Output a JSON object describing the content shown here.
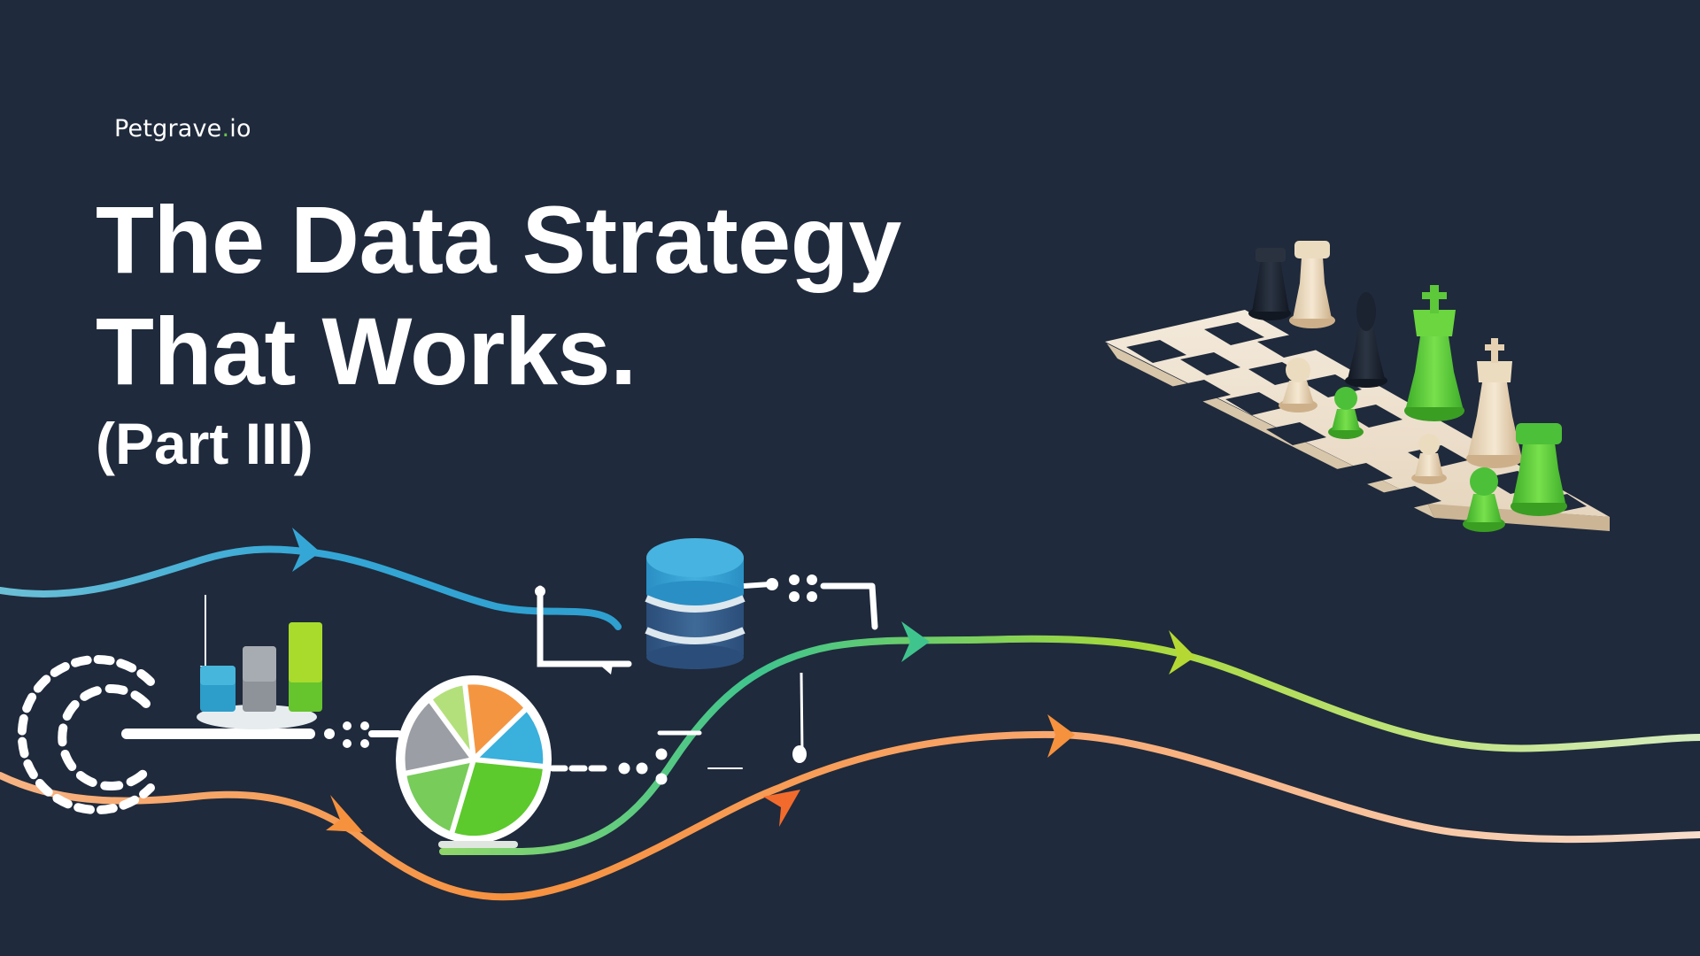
{
  "brand": {
    "name_main": "Petgrave",
    "name_dot": ".",
    "name_tld": "io",
    "accent_color": "#6cc24a"
  },
  "hero": {
    "title_line1": "The Data Strategy",
    "title_line2": "That Works.",
    "subtitle": "(Part III)"
  },
  "theme": {
    "background": "#1f2a3c",
    "text": "#ffffff",
    "flow_blue": "#35a7d6",
    "flow_green": "#7ed957",
    "flow_orange": "#f89a4e"
  },
  "illustration": {
    "elements": [
      "blue-flow-line",
      "green-flow-line",
      "orange-flow-line",
      "bar-chart-icon",
      "pie-chart-icon",
      "database-icon",
      "dashed-circle-connector",
      "chessboard-with-pieces"
    ]
  }
}
